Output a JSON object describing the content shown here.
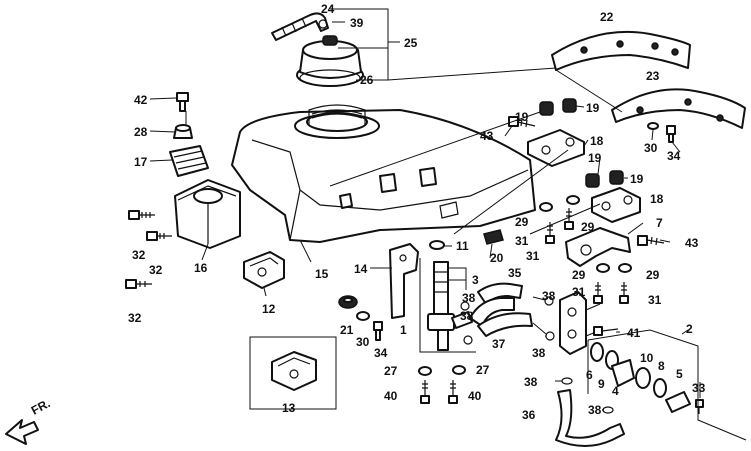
{
  "direction_label": "FR.",
  "callouts": [
    {
      "id": "24",
      "label": "24"
    },
    {
      "id": "39",
      "label": "39"
    },
    {
      "id": "25",
      "label": "25"
    },
    {
      "id": "26",
      "label": "26"
    },
    {
      "id": "22",
      "label": "22"
    },
    {
      "id": "23",
      "label": "23"
    },
    {
      "id": "42",
      "label": "42"
    },
    {
      "id": "28",
      "label": "28"
    },
    {
      "id": "17",
      "label": "17"
    },
    {
      "id": "19a",
      "label": "19"
    },
    {
      "id": "19b",
      "label": "19"
    },
    {
      "id": "43a",
      "label": "43"
    },
    {
      "id": "18a",
      "label": "18"
    },
    {
      "id": "19c",
      "label": "19"
    },
    {
      "id": "19d",
      "label": "19"
    },
    {
      "id": "18b",
      "label": "18"
    },
    {
      "id": "30a",
      "label": "30"
    },
    {
      "id": "34a",
      "label": "34"
    },
    {
      "id": "29a",
      "label": "29"
    },
    {
      "id": "29b",
      "label": "29"
    },
    {
      "id": "7",
      "label": "7"
    },
    {
      "id": "43b",
      "label": "43"
    },
    {
      "id": "31a",
      "label": "31"
    },
    {
      "id": "31b",
      "label": "31"
    },
    {
      "id": "32a",
      "label": "32"
    },
    {
      "id": "32b",
      "label": "32"
    },
    {
      "id": "32c",
      "label": "32"
    },
    {
      "id": "16",
      "label": "16"
    },
    {
      "id": "11",
      "label": "11"
    },
    {
      "id": "20",
      "label": "20"
    },
    {
      "id": "15",
      "label": "15"
    },
    {
      "id": "14",
      "label": "14"
    },
    {
      "id": "3",
      "label": "3"
    },
    {
      "id": "35",
      "label": "35"
    },
    {
      "id": "29c",
      "label": "29"
    },
    {
      "id": "29d",
      "label": "29"
    },
    {
      "id": "31c",
      "label": "31"
    },
    {
      "id": "31d",
      "label": "31"
    },
    {
      "id": "12",
      "label": "12"
    },
    {
      "id": "38a",
      "label": "38"
    },
    {
      "id": "38b",
      "label": "38"
    },
    {
      "id": "2",
      "label": "2"
    },
    {
      "id": "21",
      "label": "21"
    },
    {
      "id": "1",
      "label": "1"
    },
    {
      "id": "30b",
      "label": "30"
    },
    {
      "id": "34b",
      "label": "34"
    },
    {
      "id": "41",
      "label": "41"
    },
    {
      "id": "38c",
      "label": "38"
    },
    {
      "id": "37",
      "label": "37"
    },
    {
      "id": "38d",
      "label": "38"
    },
    {
      "id": "6",
      "label": "6"
    },
    {
      "id": "9",
      "label": "9"
    },
    {
      "id": "10",
      "label": "10"
    },
    {
      "id": "8",
      "label": "8"
    },
    {
      "id": "27a",
      "label": "27"
    },
    {
      "id": "27b",
      "label": "27"
    },
    {
      "id": "13",
      "label": "13"
    },
    {
      "id": "38e",
      "label": "38"
    },
    {
      "id": "4",
      "label": "4"
    },
    {
      "id": "5",
      "label": "5"
    },
    {
      "id": "33",
      "label": "33"
    },
    {
      "id": "40a",
      "label": "40"
    },
    {
      "id": "40b",
      "label": "40"
    },
    {
      "id": "36",
      "label": "36"
    },
    {
      "id": "38f",
      "label": "38"
    }
  ]
}
